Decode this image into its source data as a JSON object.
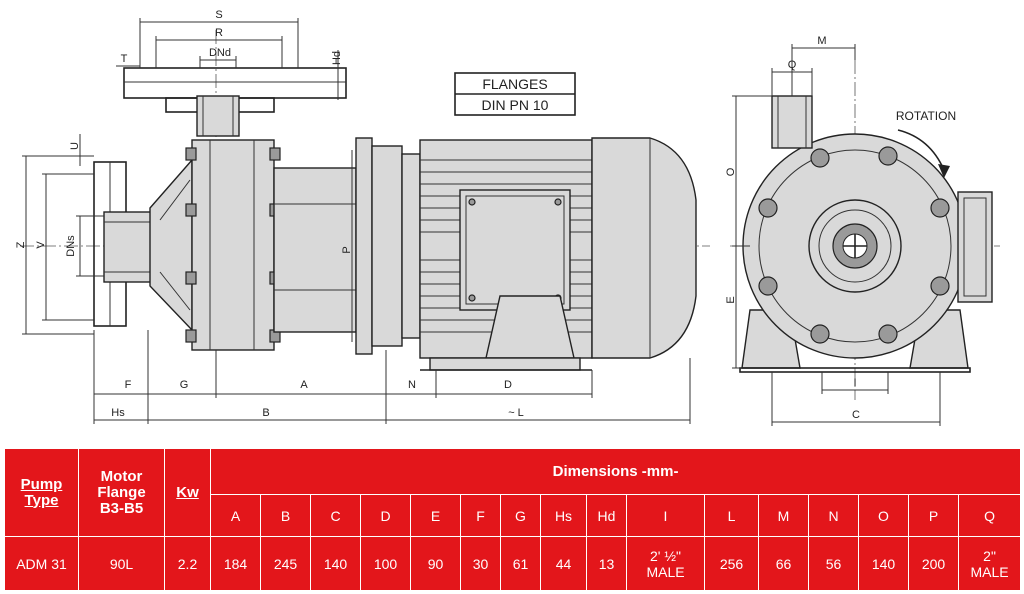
{
  "drawing": {
    "flanges_title": "FLANGES",
    "flanges_standard": "DIN  PN  10",
    "rotation_label": "ROTATION",
    "labels": {
      "S": "S",
      "R": "R",
      "DNd": "DNd",
      "T": "T",
      "Hd": "Hd",
      "U": "U",
      "Z": "Z",
      "V": "V",
      "DNs": "DNs",
      "P": "P",
      "F": "F",
      "G": "G",
      "A": "A",
      "N": "N",
      "D": "D",
      "Hs": "Hs",
      "B": "B",
      "L": "~ L",
      "M": "M",
      "Q": "Q",
      "O": "O",
      "E": "E",
      "I": "I",
      "C": "C"
    }
  },
  "table": {
    "col_pump_type": "Pump Type",
    "col_motor_flange_1": "Motor",
    "col_motor_flange_2": "Flange",
    "col_motor_flange_3": "B3-B5",
    "col_kw": "Kw",
    "dimensions_title": "Dimensions -mm-",
    "dim_headers": [
      "A",
      "B",
      "C",
      "D",
      "E",
      "F",
      "G",
      "Hs",
      "Hd",
      "I",
      "L",
      "M",
      "N",
      "O",
      "P",
      "Q"
    ],
    "row": {
      "pump_type": "ADM 31",
      "motor_flange": "90L",
      "kw": "2.2",
      "values": [
        "184",
        "245",
        "140",
        "100",
        "90",
        "30",
        "61",
        "44",
        "13",
        "2' ½\" MALE",
        "256",
        "66",
        "56",
        "140",
        "200",
        "2\" MALE"
      ]
    }
  }
}
